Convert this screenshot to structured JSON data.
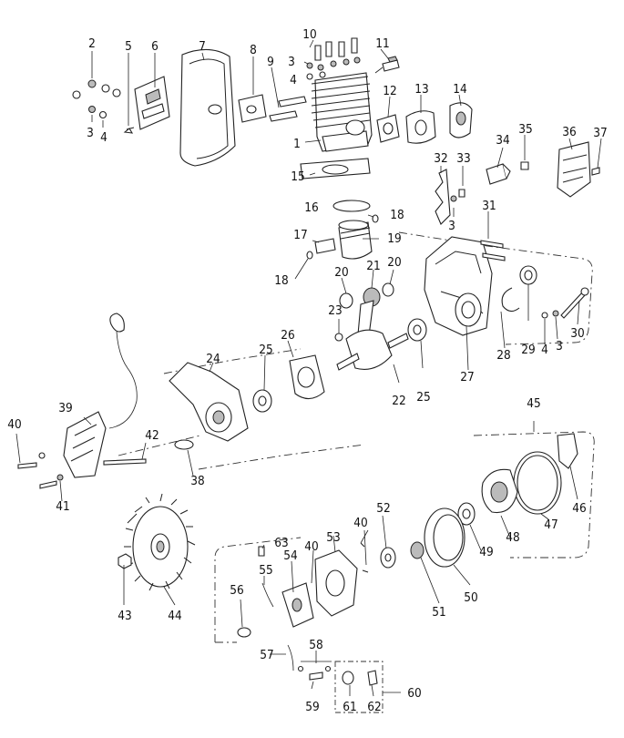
{
  "figure": {
    "type": "exploded-parts-diagram",
    "callouts": [
      "1",
      "2",
      "3",
      "4",
      "5",
      "6",
      "7",
      "8",
      "9",
      "10",
      "11",
      "12",
      "13",
      "14",
      "15",
      "16",
      "17",
      "18",
      "19",
      "20",
      "21",
      "22",
      "23",
      "24",
      "25",
      "26",
      "27",
      "28",
      "29",
      "30",
      "31",
      "32",
      "33",
      "34",
      "35",
      "36",
      "37",
      "38",
      "39",
      "40",
      "41",
      "42",
      "43",
      "44",
      "45",
      "46",
      "47",
      "48",
      "49",
      "50",
      "51",
      "52",
      "53",
      "54",
      "55",
      "56",
      "57",
      "58",
      "59",
      "60",
      "61",
      "62",
      "63"
    ]
  },
  "labels": {
    "c2": "2",
    "c3a": "3",
    "c4a": "4",
    "c5": "5",
    "c6": "6",
    "c7": "7",
    "c8": "8",
    "c9": "9",
    "c10": "10",
    "c3b": "3",
    "c4b": "4",
    "c11": "11",
    "c12": "12",
    "c13": "13",
    "c14": "14",
    "c1": "1",
    "c15": "15",
    "c16": "16",
    "c18a": "18",
    "c17": "17",
    "c19": "19",
    "c18b": "18",
    "c32": "32",
    "c33": "33",
    "c3c": "3",
    "c34": "34",
    "c35": "35",
    "c36": "36",
    "c37": "37",
    "c31": "31",
    "c20a": "20",
    "c21": "21",
    "c20b": "20",
    "c23": "23",
    "c22": "22",
    "c25a": "25",
    "c27": "27",
    "c28": "28",
    "c29": "29",
    "c4c": "4",
    "c3d": "3",
    "c30": "30",
    "c24": "24",
    "c25b": "25",
    "c26": "26",
    "c40a": "40",
    "c39": "39",
    "c42": "42",
    "c41": "41",
    "c38": "38",
    "c45": "45",
    "c46": "46",
    "c47": "47",
    "c48": "48",
    "c49": "49",
    "c52": "52",
    "c40b": "40",
    "c53": "53",
    "c63": "63",
    "c54": "54",
    "c40c": "40",
    "c55": "55",
    "c56": "56",
    "c50": "50",
    "c51": "51",
    "c43": "43",
    "c44": "44",
    "c57": "57",
    "c58": "58",
    "c59": "59",
    "c61": "61",
    "c62": "62",
    "c60": "60"
  }
}
